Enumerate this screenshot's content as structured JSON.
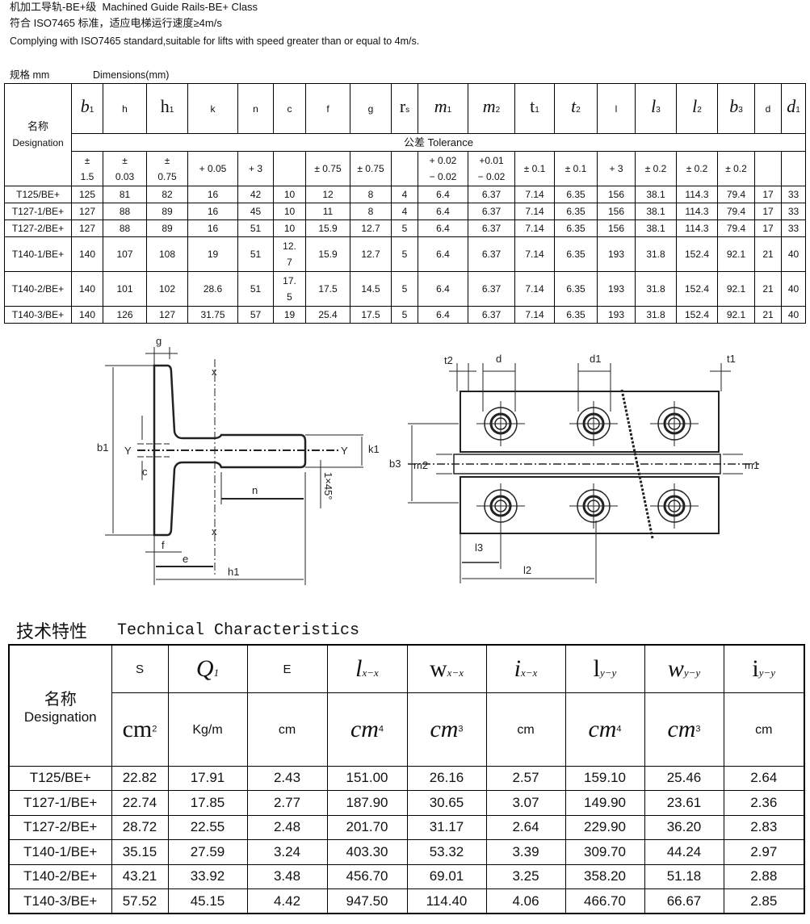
{
  "header": {
    "title_cn": "机加工导轨-BE+级",
    "title_en": "Machined Guide Rails-BE+ Class",
    "line2": "符合 ISO7465 标准，适应电梯运行速度≥4m/s",
    "line3": "Complying with ISO7465 standard,suitable for lifts with speed greater than or equal to 4m/s.",
    "spec_cn": "规格 mm",
    "spec_en": "Dimensions(mm)"
  },
  "dims": {
    "designation_cn": "名称",
    "designation_en": "Designation",
    "tolerance_label": "公差 Tolerance",
    "columns": [
      {
        "sym": "b",
        "sub": "1",
        "style": "i"
      },
      {
        "sym": "h",
        "sub": "",
        "style": "s"
      },
      {
        "sym": "h",
        "sub": "1",
        "style": "r"
      },
      {
        "sym": "k",
        "sub": "",
        "style": "s"
      },
      {
        "sym": "n",
        "sub": "",
        "style": "s"
      },
      {
        "sym": "c",
        "sub": "",
        "style": "s"
      },
      {
        "sym": "f",
        "sub": "",
        "style": "s"
      },
      {
        "sym": "g",
        "sub": "",
        "style": "s"
      },
      {
        "sym": "r",
        "sub": "s",
        "style": "r"
      },
      {
        "sym": "m",
        "sub": "1",
        "style": "i"
      },
      {
        "sym": "m",
        "sub": "2",
        "style": "i"
      },
      {
        "sym": "t",
        "sub": "1",
        "style": "r"
      },
      {
        "sym": "t",
        "sub": "2",
        "style": "i"
      },
      {
        "sym": "l",
        "sub": "",
        "style": "s"
      },
      {
        "sym": "l",
        "sub": "3",
        "style": "i"
      },
      {
        "sym": "l",
        "sub": "2",
        "style": "i"
      },
      {
        "sym": "b",
        "sub": "3",
        "style": "i"
      },
      {
        "sym": "d",
        "sub": "",
        "style": "s"
      },
      {
        "sym": "d",
        "sub": "1",
        "style": "i"
      }
    ],
    "tolerances": [
      "±\n1.5",
      "±\n0.03",
      "±\n0.75",
      "+ 0.05",
      "+ 3",
      "",
      "± 0.75",
      "± 0.75",
      "",
      "+ 0.02\n− 0.02",
      "+0.01\n− 0.02",
      "± 0.1",
      "± 0.1",
      "+ 3",
      "± 0.2",
      "± 0.2",
      "± 0.2",
      "",
      ""
    ],
    "rows": [
      [
        "T125/BE+",
        "125",
        "81",
        "82",
        "16",
        "42",
        "10",
        "12",
        "8",
        "4",
        "6.4",
        "6.37",
        "7.14",
        "6.35",
        "156",
        "38.1",
        "114.3",
        "79.4",
        "17",
        "33"
      ],
      [
        "T127-1/BE+",
        "127",
        "88",
        "89",
        "16",
        "45",
        "10",
        "11",
        "8",
        "4",
        "6.4",
        "6.37",
        "7.14",
        "6.35",
        "156",
        "38.1",
        "114.3",
        "79.4",
        "17",
        "33"
      ],
      [
        "T127-2/BE+",
        "127",
        "88",
        "89",
        "16",
        "51",
        "10",
        "15.9",
        "12.7",
        "5",
        "6.4",
        "6.37",
        "7.14",
        "6.35",
        "156",
        "38.1",
        "114.3",
        "79.4",
        "17",
        "33"
      ],
      [
        "T140-1/BE+",
        "140",
        "107",
        "108",
        "19",
        "51",
        "12.\n7",
        "15.9",
        "12.7",
        "5",
        "6.4",
        "6.37",
        "7.14",
        "6.35",
        "193",
        "31.8",
        "152.4",
        "92.1",
        "21",
        "40"
      ],
      [
        "T140-2/BE+",
        "140",
        "101",
        "102",
        "28.6",
        "51",
        "17.\n5",
        "17.5",
        "14.5",
        "5",
        "6.4",
        "6.37",
        "7.14",
        "6.35",
        "193",
        "31.8",
        "152.4",
        "92.1",
        "21",
        "40"
      ],
      [
        "T140-3/BE+",
        "140",
        "126",
        "127",
        "31.75",
        "57",
        "19",
        "25.4",
        "17.5",
        "5",
        "6.4",
        "6.37",
        "7.14",
        "6.35",
        "193",
        "31.8",
        "152.4",
        "92.1",
        "21",
        "40"
      ]
    ]
  },
  "drawing": {
    "left": {
      "g": "g",
      "x_top": "x",
      "x_bottom": "x",
      "b1": "b1",
      "y_left": "Y",
      "y_right": "Y",
      "c": "c",
      "k1": "k1",
      "n": "n",
      "chamfer": "1×45°",
      "f": "f",
      "e": "e",
      "h1": "h1"
    },
    "right": {
      "t2": "t2",
      "d": "d",
      "d1": "d1",
      "t1": "t1",
      "b3": "b3",
      "m2": "m2",
      "m1": "m1",
      "l3": "l3",
      "l2": "l2"
    }
  },
  "tech": {
    "title_cn": "技术特性",
    "title_en": "Technical Characteristics",
    "designation_cn": "名称",
    "designation_en": "Designation",
    "columns": [
      {
        "sym": "S",
        "sub": "",
        "style": "s",
        "unit": "cm",
        "pow": "2",
        "ustyle": "big"
      },
      {
        "sym": "Q",
        "sub": "1",
        "style": "bi",
        "unit": "Kg/m",
        "pow": "",
        "ustyle": "s"
      },
      {
        "sym": "E",
        "sub": "",
        "style": "s",
        "unit": "cm",
        "pow": "",
        "ustyle": "s"
      },
      {
        "sym": "l",
        "sub": "x−x",
        "style": "bi",
        "unit": "cm",
        "pow": "4",
        "ustyle": "bigi"
      },
      {
        "sym": "w",
        "sub": "x−x",
        "style": "b",
        "unit": "cm",
        "pow": "3",
        "ustyle": "bigi"
      },
      {
        "sym": "i",
        "sub": "x−x",
        "style": "bi",
        "unit": "cm",
        "pow": "",
        "ustyle": "s"
      },
      {
        "sym": "l",
        "sub": "y−y",
        "style": "b",
        "unit": "cm",
        "pow": "4",
        "ustyle": "bigi"
      },
      {
        "sym": "w",
        "sub": "y−y",
        "style": "bi",
        "unit": "cm",
        "pow": "3",
        "ustyle": "bigi"
      },
      {
        "sym": "i",
        "sub": "y−y",
        "style": "b",
        "unit": "cm",
        "pow": "",
        "ustyle": "s"
      }
    ],
    "rows": [
      [
        "T125/BE+",
        "22.82",
        "17.91",
        "2.43",
        "151.00",
        "26.16",
        "2.57",
        "159.10",
        "25.46",
        "2.64"
      ],
      [
        "T127-1/BE+",
        "22.74",
        "17.85",
        "2.77",
        "187.90",
        "30.65",
        "3.07",
        "149.90",
        "23.61",
        "2.36"
      ],
      [
        "T127-2/BE+",
        "28.72",
        "22.55",
        "2.48",
        "201.70",
        "31.17",
        "2.64",
        "229.90",
        "36.20",
        "2.83"
      ],
      [
        "T140-1/BE+",
        "35.15",
        "27.59",
        "3.24",
        "403.30",
        "53.32",
        "3.39",
        "309.70",
        "44.24",
        "2.97"
      ],
      [
        "T140-2/BE+",
        "43.21",
        "33.92",
        "3.48",
        "456.70",
        "69.01",
        "3.25",
        "358.20",
        "51.18",
        "2.88"
      ],
      [
        "T140-3/BE+",
        "57.52",
        "45.15",
        "4.42",
        "947.50",
        "114.40",
        "4.06",
        "466.70",
        "66.67",
        "2.85"
      ]
    ]
  }
}
